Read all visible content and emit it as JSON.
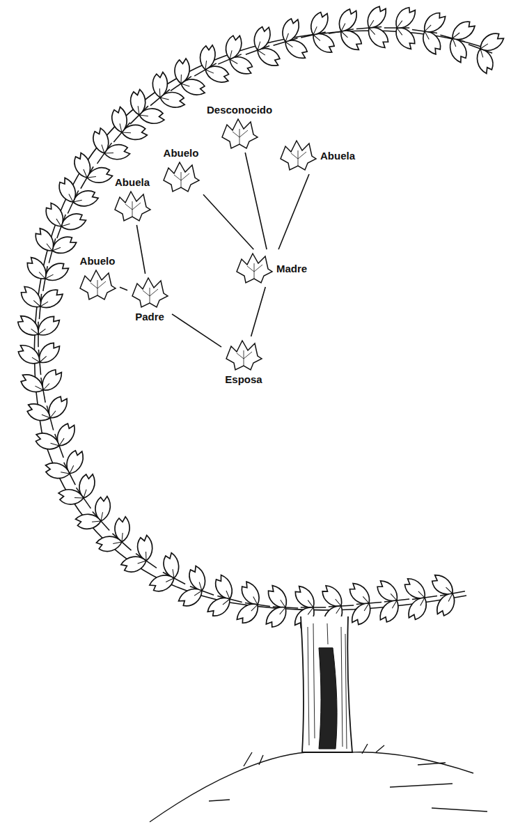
{
  "diagram": {
    "nodes": [
      {
        "text": [
          "Desconocido"
        ]
      },
      {
        "text": [
          "Abuelo"
        ]
      },
      {
        "text": [
          "Abuela"
        ]
      },
      {
        "text": [
          "Abuela"
        ]
      },
      {
        "text": [
          "Abuelo"
        ]
      },
      {
        "text": [
          "Madre"
        ]
      },
      {
        "text": [
          "Padre"
        ]
      },
      {
        "text": [
          "Esposa"
        ]
      }
    ],
    "edges": [
      {
        "from": 5,
        "to": 0,
        "arrow": "none"
      },
      {
        "from": 5,
        "to": 1,
        "arrow": "none"
      },
      {
        "from": 5,
        "to": 2,
        "arrow": "none"
      },
      {
        "from": 6,
        "to": 3,
        "arrow": "none"
      },
      {
        "from": 6,
        "to": 4,
        "arrow": "none"
      },
      {
        "from": 7,
        "to": 6,
        "arrow": "none"
      },
      {
        "from": 7,
        "to": 5,
        "arrow": "none"
      }
    ]
  }
}
